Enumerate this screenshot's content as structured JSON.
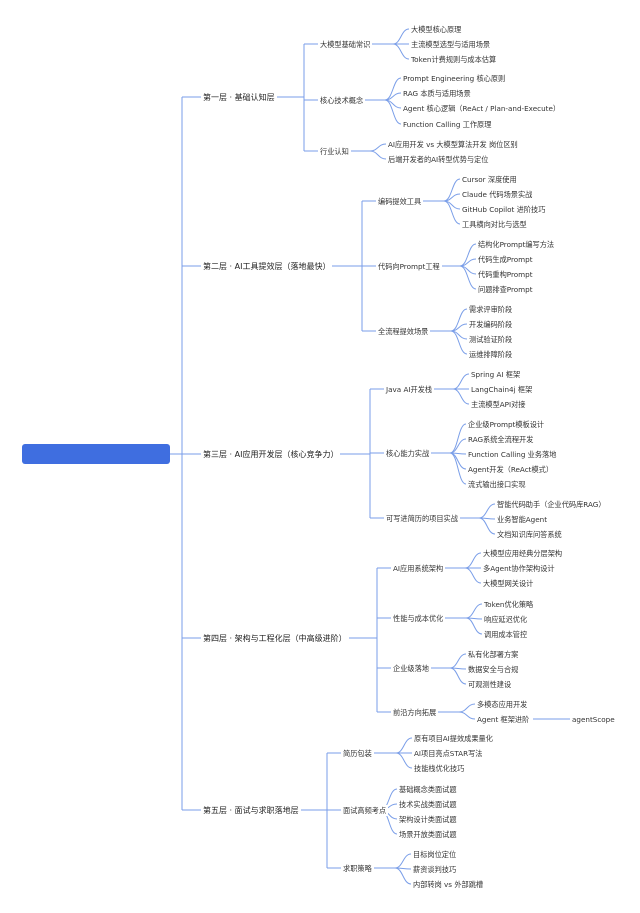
{
  "root": {
    "label": ""
  },
  "layers": [
    {
      "label": "第一层 · 基础认知层",
      "groups": [
        {
          "label": "大模型基础常识",
          "items": [
            "大模型核心原理",
            "主流模型选型与适用场景",
            "Token计费规则与成本估算"
          ]
        },
        {
          "label": "核心技术概念",
          "items": [
            "Prompt Engineering 核心原则",
            "RAG 本质与适用场景",
            "Agent 核心逻辑（ReAct / Plan-and-Execute）",
            "Function Calling 工作原理"
          ]
        },
        {
          "label": "行业认知",
          "items": [
            "AI应用开发 vs 大模型算法开发 岗位区别",
            "后端开发者的AI转型优势与定位"
          ]
        }
      ]
    },
    {
      "label": "第二层 · AI工具提效层（落地最快）",
      "groups": [
        {
          "label": "编码提效工具",
          "items": [
            "Cursor 深度使用",
            "Claude 代码场景实战",
            "GitHub Copilot 进阶技巧",
            "工具横向对比与选型"
          ]
        },
        {
          "label": "代码向Prompt工程",
          "items": [
            "结构化Prompt编写方法",
            "代码生成Prompt",
            "代码重构Prompt",
            "问题排查Prompt"
          ]
        },
        {
          "label": "全流程提效场景",
          "items": [
            "需求评审阶段",
            "开发编码阶段",
            "测试验证阶段",
            "运维排障阶段"
          ]
        }
      ]
    },
    {
      "label": "第三层 · AI应用开发层（核心竞争力）",
      "groups": [
        {
          "label": "Java AI开发栈",
          "items": [
            "Spring AI 框架",
            "LangChain4j 框架",
            "主流模型API对接"
          ]
        },
        {
          "label": "核心能力实战",
          "items": [
            "企业级Prompt模板设计",
            "RAG系统全流程开发",
            "Function Calling 业务落地",
            "Agent开发（ReAct模式）",
            "流式输出接口实现"
          ]
        },
        {
          "label": "可写进简历的项目实战",
          "items": [
            "智能代码助手（企业代码库RAG）",
            "业务智能Agent",
            "文档知识库问答系统"
          ]
        }
      ]
    },
    {
      "label": "第四层 · 架构与工程化层（中高级进阶）",
      "groups": [
        {
          "label": "AI应用系统架构",
          "items": [
            "大模型应用经典分层架构",
            "多Agent协作架构设计",
            "大模型网关设计"
          ]
        },
        {
          "label": "性能与成本优化",
          "items": [
            "Token优化策略",
            "响应延迟优化",
            "调用成本管控"
          ]
        },
        {
          "label": "企业级落地",
          "items": [
            "私有化部署方案",
            "数据安全与合规",
            "可观测性建设"
          ]
        },
        {
          "label": "前沿方向拓展",
          "items": [
            "多模态应用开发",
            "Agent 框架进阶"
          ],
          "extra": "agentScope"
        }
      ]
    },
    {
      "label": "第五层 · 面试与求职落地层",
      "groups": [
        {
          "label": "简历包装",
          "items": [
            "原有项目AI提效成果量化",
            "AI项目亮点STAR写法",
            "技能栈优化技巧"
          ]
        },
        {
          "label": "面试高频考点",
          "items": [
            "基础概念类面试题",
            "技术实战类面试题",
            "架构设计类面试题",
            "场景开放类面试题"
          ]
        },
        {
          "label": "求职策略",
          "items": [
            "目标岗位定位",
            "薪资谈判技巧",
            "内部转岗 vs 外部跳槽"
          ]
        }
      ]
    }
  ],
  "colors": {
    "connector": "#7a9ee8",
    "root_fill": "#3f6ee0",
    "text": "#333333"
  }
}
